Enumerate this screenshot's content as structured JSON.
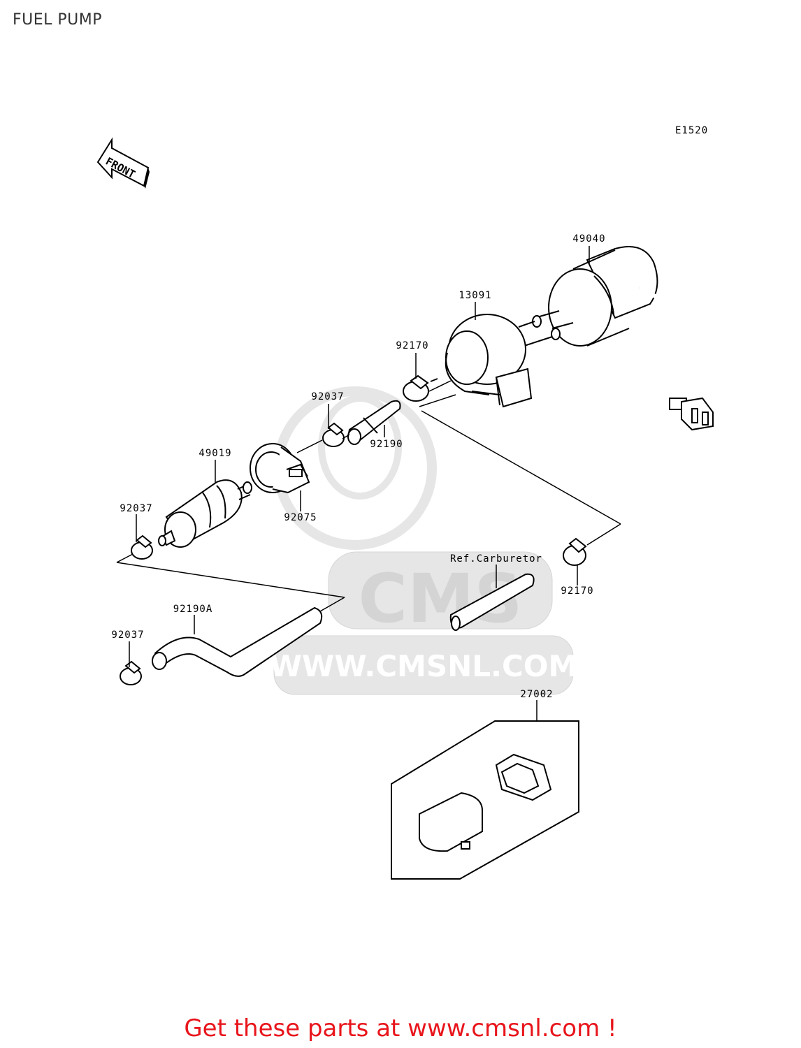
{
  "page": {
    "title": "FUEL PUMP"
  },
  "diagram": {
    "code": "E1520",
    "front_label": "FRONT",
    "watermark": {
      "logo": "CMS",
      "url": "WWW.CMSNL.COM"
    },
    "callouts": {
      "c49040": "49040",
      "c13091": "13091",
      "c92170_top": "92170",
      "c92037_top": "92037",
      "c92190": "92190",
      "c49019": "49019",
      "c92075": "92075",
      "c92037_mid": "92037",
      "c92170_right": "92170",
      "ref_carb": "Ref.Carburetor",
      "c92190A": "92190A",
      "c92037_bot": "92037",
      "c27002": "27002"
    }
  },
  "footer": {
    "text": "Get these parts at www.cmsnl.com !"
  },
  "colors": {
    "footer": "#e8151b",
    "title": "#333333",
    "watermark": "#e6e6e6"
  }
}
